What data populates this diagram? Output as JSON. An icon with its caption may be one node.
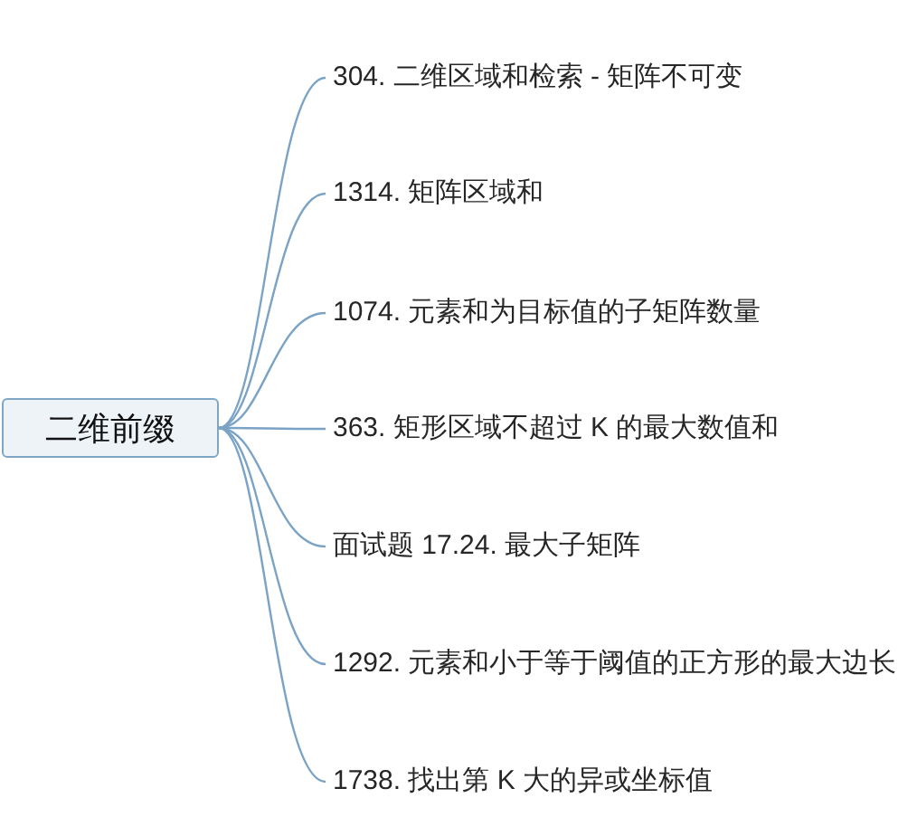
{
  "diagram": {
    "nodes": [
      {
        "text": [
          "二维前缀"
        ]
      },
      {
        "text": [
          "304. 二维区域和检索 - 矩阵不可变"
        ]
      },
      {
        "text": [
          "1314. 矩阵区域和"
        ]
      },
      {
        "text": [
          "1074. 元素和为目标值的子矩阵数量"
        ]
      },
      {
        "text": [
          "363. 矩形区域不超过 K 的最大数值和"
        ]
      },
      {
        "text": [
          "面试题 17.24. 最大子矩阵"
        ]
      },
      {
        "text": [
          "1292. 元素和小于等于阈值的正方形的最大边长"
        ]
      },
      {
        "text": [
          "1738. 找出第 K 大的异或坐标值"
        ]
      }
    ],
    "edges": [
      {
        "from": 0,
        "to": 1,
        "arrow": "none"
      },
      {
        "from": 0,
        "to": 2,
        "arrow": "none"
      },
      {
        "from": 0,
        "to": 3,
        "arrow": "none"
      },
      {
        "from": 0,
        "to": 4,
        "arrow": "none"
      },
      {
        "from": 0,
        "to": 5,
        "arrow": "none"
      },
      {
        "from": 0,
        "to": 6,
        "arrow": "none"
      },
      {
        "from": 0,
        "to": 7,
        "arrow": "none"
      }
    ]
  }
}
